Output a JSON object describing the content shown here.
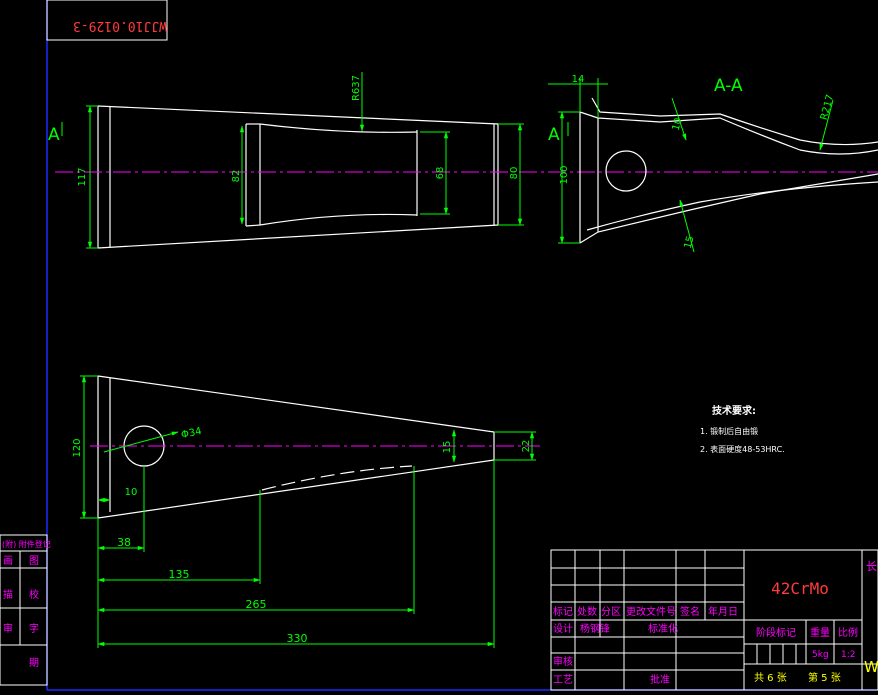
{
  "colors": {
    "background": "#000000",
    "outline": "#ffffff",
    "dimension": "#00ff00",
    "centerline": "#ff00ff",
    "frame": "#1a2cff",
    "title_text": "#ff00ff",
    "material_text": "#ff3b3b",
    "table_text": "#ffff00"
  },
  "corner_stamp": "WJJ10.0129-3",
  "section_title": "A-A",
  "view_markers": {
    "left_a": "A",
    "right_a": "A"
  },
  "top_view_dims": {
    "d_117": "117",
    "d_82": "82",
    "d_68": "68",
    "d_80": "80",
    "r_637": "R637"
  },
  "section_dims": {
    "d_14": "14",
    "d_100": "100",
    "d_10": "10",
    "r_217": "R217",
    "d_15": "15"
  },
  "side_view_dims": {
    "d_120": "120",
    "d_phi34": "Φ34",
    "d_15b": "15",
    "d_22": "22",
    "d_10b": "10",
    "d_38": "38",
    "d_135": "135",
    "d_265": "265",
    "d_330": "330"
  },
  "notes": {
    "heading": "技术要求:",
    "item1": "1. 锻制后自由锻",
    "item2": "2. 表面硬度48-53HRC."
  },
  "left_table": {
    "row1": "(附) 附件登记",
    "row2_a": "画",
    "row2_b": "图",
    "row3_a": "描",
    "row3_b": "校",
    "row4_a": "审",
    "row4_b": "字",
    "row5": "期"
  },
  "title_block": {
    "material": "42CrMo",
    "mark_label": "标记",
    "count_label": "处数",
    "zone_label": "分区",
    "doc_label": "更改文件号",
    "sign_label": "签名",
    "date_label": "年月日",
    "design_label": "设计",
    "design_name": "杨钢锋",
    "standard_label": "标准化",
    "stage_label": "阶段标记",
    "weight_label": "重量",
    "scale_label": "比例",
    "weight_value": "5kg",
    "scale_value": "1:2",
    "review_label": "审核",
    "process_label": "工艺",
    "approve_label": "批准",
    "total_label": "共 6 张",
    "sheet_label": "第 5 张",
    "right_edge_top": "长",
    "right_edge_bottom": "W"
  }
}
